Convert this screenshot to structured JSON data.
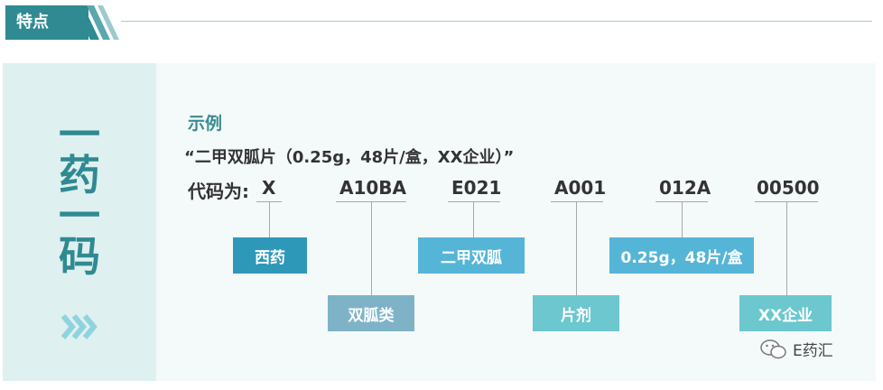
{
  "header": {
    "title": "特点"
  },
  "sidebar": {
    "title_chars": [
      "一",
      "药",
      "一",
      "码"
    ]
  },
  "main": {
    "example_label": "示例",
    "quote": "“二甲双胍片（0.25g，48片/盒，XX企业）”",
    "code_label": "代码为:",
    "segments": [
      "X",
      "A10BA",
      "E021",
      "A001",
      "012A",
      "00500"
    ],
    "boxes": [
      "西药",
      "双胍类",
      "二甲双胍",
      "片剂",
      "0.25g，48片/盒",
      "XX企业"
    ]
  },
  "watermark": {
    "text": "E药汇"
  },
  "colors": {
    "teal_dark": "#2f8a92",
    "blue": "#2e98b8",
    "sky": "#55b5d6",
    "steel": "#7eb3c7",
    "aqua": "#6cc7cf"
  }
}
